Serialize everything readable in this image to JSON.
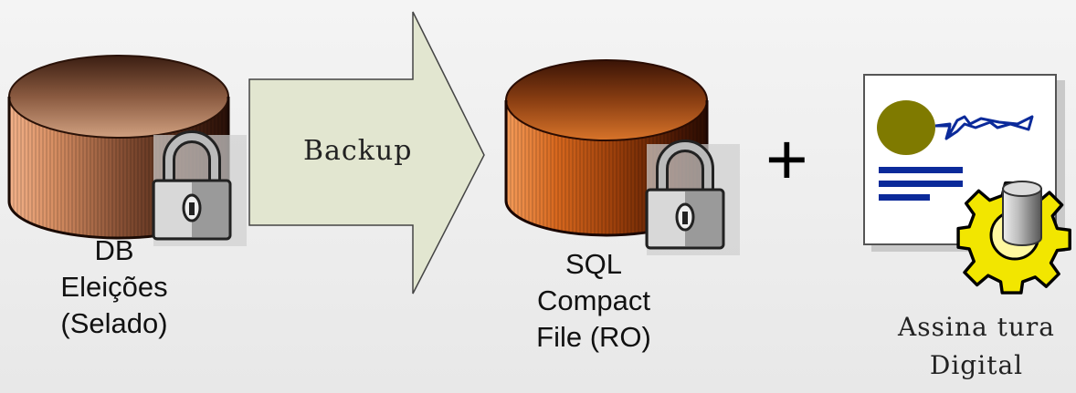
{
  "db_source": {
    "label_lines": [
      "DB",
      "Eleições",
      "(Selado)"
    ],
    "icon": "locked-database-icon"
  },
  "arrow": {
    "label": "Backup"
  },
  "db_target": {
    "label_lines": [
      "SQL",
      "Compact",
      "File (RO)"
    ],
    "icon": "locked-database-icon"
  },
  "operator": "+",
  "signature": {
    "label_lines": [
      "Assina tura",
      "Digital"
    ],
    "icon": "signed-certificate-icon"
  },
  "colors": {
    "background": "#eeeeee",
    "arrow_fill": "#e2e6d0",
    "db_source_tone": "#b87a55",
    "db_target_tone": "#c8641e",
    "seal": "#7f7a00",
    "signature_ink": "#0b2a9a",
    "gear": "#f2e600"
  }
}
